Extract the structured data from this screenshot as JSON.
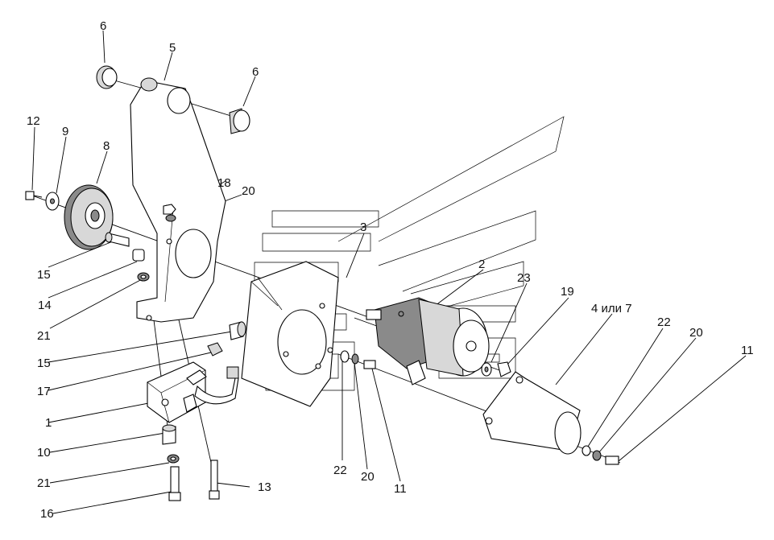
{
  "labels": {
    "l1": "1",
    "l2": "2",
    "l3": "3",
    "l4": "4 или 7",
    "l5": "5",
    "l6a": "6",
    "l6b": "6",
    "l8": "8",
    "l9": "9",
    "l10": "10",
    "l11a": "11",
    "l11b": "11",
    "l12": "12",
    "l13": "13",
    "l14": "14",
    "l15a": "15",
    "l15b": "15",
    "l16": "16",
    "l17": "17",
    "l18": "18",
    "l19": "19",
    "l20a": "20",
    "l20b": "20",
    "l20c": "20",
    "l21a": "21",
    "l21b": "21",
    "l22a": "22",
    "l22b": "22",
    "l23": "23"
  }
}
